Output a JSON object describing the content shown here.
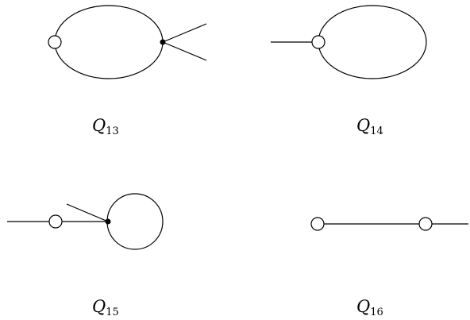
{
  "diagrams": [
    {
      "id": "Q13",
      "symbol": "Q",
      "index": "13"
    },
    {
      "id": "Q14",
      "symbol": "Q",
      "index": "14"
    },
    {
      "id": "Q15",
      "symbol": "Q",
      "index": "15"
    },
    {
      "id": "Q16",
      "symbol": "Q",
      "index": "16"
    }
  ]
}
